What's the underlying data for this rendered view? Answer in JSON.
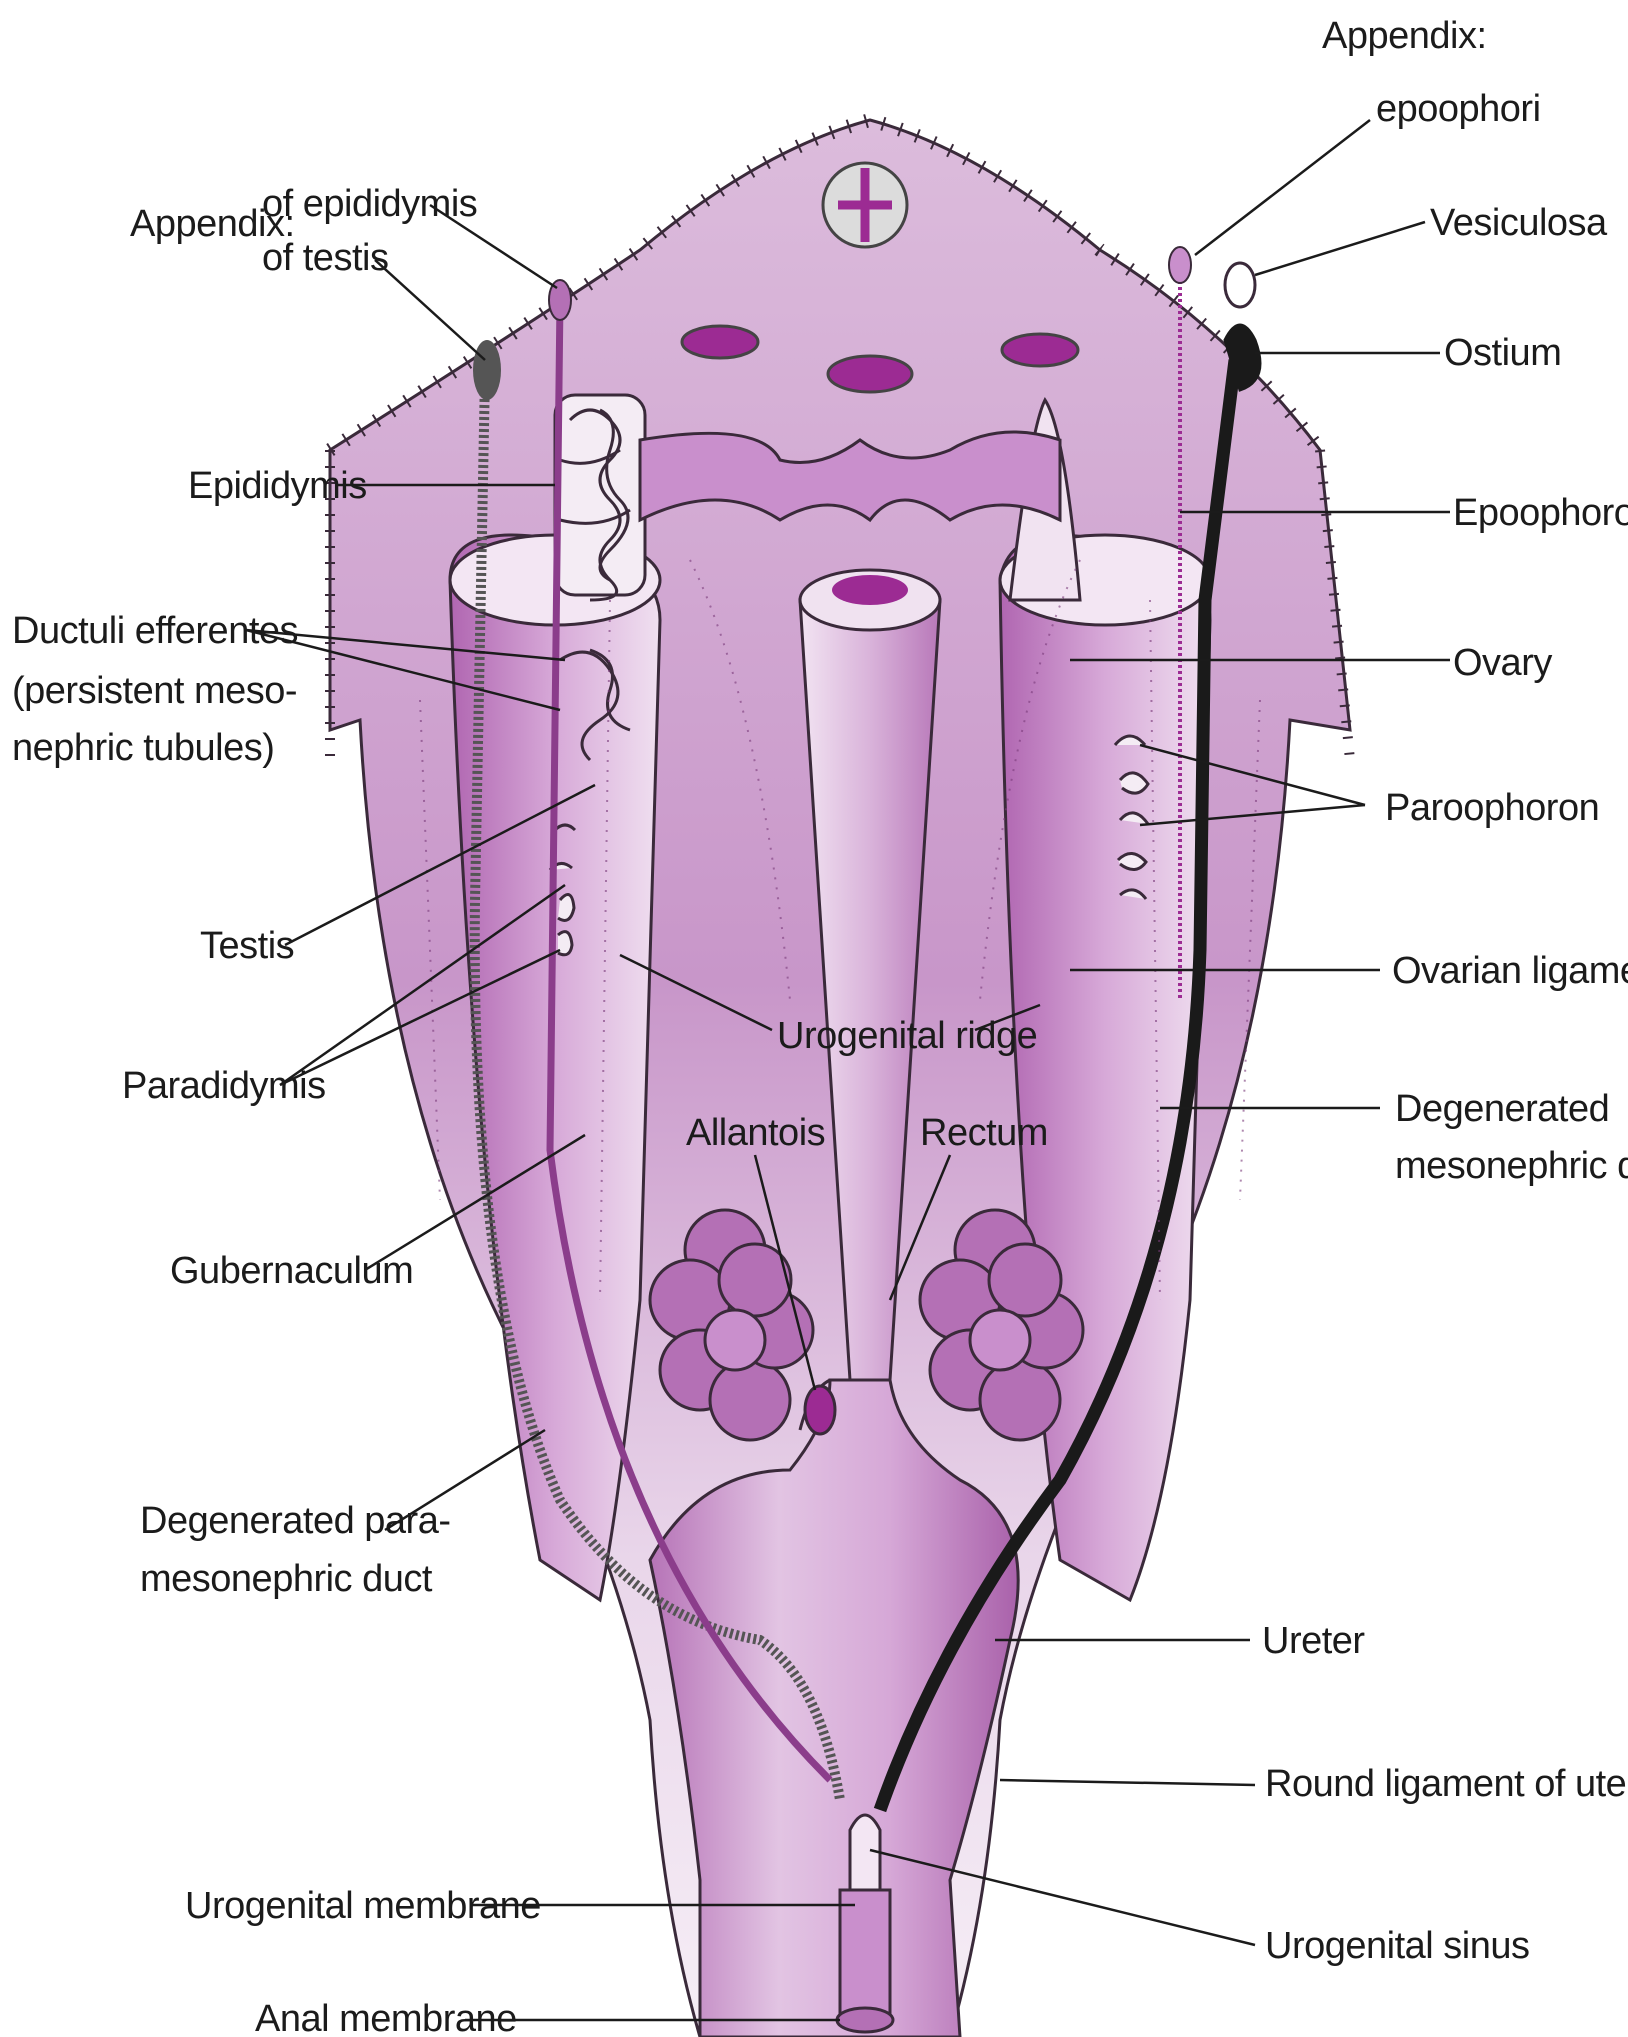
{
  "labels": {
    "appendix_left": "Appendix:",
    "of_epididymis": "of epididymis",
    "of_testis": "of testis",
    "appendix_right": "Appendix:",
    "epoophori": "epoophori",
    "vesiculosa": "Vesiculosa",
    "ostium": "Ostium",
    "epididymis": "Epididymis",
    "epoophoron": "Epoophoron",
    "ductuli_1": "Ductuli efferentes",
    "ductuli_2": "(persistent meso-",
    "ductuli_3": "nephric tubules)",
    "ovary": "Ovary",
    "paroophoron": "Paroophoron",
    "testis": "Testis",
    "ovarian_ligament": "Ovarian ligament",
    "urogenital_ridge": "Urogenital ridge",
    "paradidymis": "Paradidymis",
    "degenerated_meso_1": "Degenerated",
    "degenerated_meso_2": "mesonephric duct",
    "allantois": "Allantois",
    "rectum": "Rectum",
    "gubernaculum": "Gubernaculum",
    "degenerated_para_1": "Degenerated para-",
    "degenerated_para_2": "mesonephric duct",
    "ureter": "Ureter",
    "round_ligament": "Round ligament of uterus",
    "urogenital_membrane": "Urogenital membrane",
    "urogenital_sinus": "Urogenital sinus",
    "anal_membrane": "Anal membrane"
  },
  "colors": {
    "tissue_light": "#e6cfe6",
    "tissue_mid": "#c98fcc",
    "tissue_dark": "#a85aa8",
    "vessel_lumen": "#9c2b93",
    "duct_gray": "#555555",
    "duct_black": "#1a1a1a",
    "leader": "#1b1b1b"
  }
}
